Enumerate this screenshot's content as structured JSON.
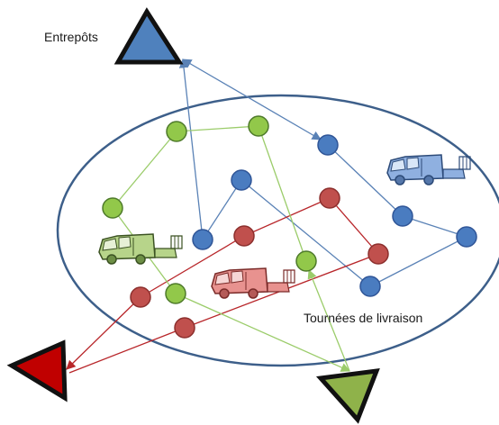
{
  "labels": {
    "depots": "Entrepôts",
    "tours": "Tournées  de livraison"
  },
  "colors": {
    "ellipse_stroke": "#3d5f8a",
    "blue_node": "#4a7cc0",
    "red_node": "#c0504d",
    "green_node": "#92c84a",
    "blue_route": "#5a82b6",
    "red_route": "#b8262a",
    "green_route": "#9bcc6a",
    "blue_depot": "#4f81bd",
    "red_depot": "#c00000",
    "green_depot": "#8fb24a"
  },
  "depots": [
    {
      "id": "blue",
      "shape": "triangle",
      "color": "blue"
    },
    {
      "id": "red",
      "shape": "triangle",
      "color": "red"
    },
    {
      "id": "green",
      "shape": "triangle",
      "color": "green"
    }
  ],
  "trucks": [
    {
      "id": "truck-blue",
      "color": "blue"
    },
    {
      "id": "truck-green",
      "color": "green"
    },
    {
      "id": "truck-red",
      "color": "red"
    }
  ]
}
